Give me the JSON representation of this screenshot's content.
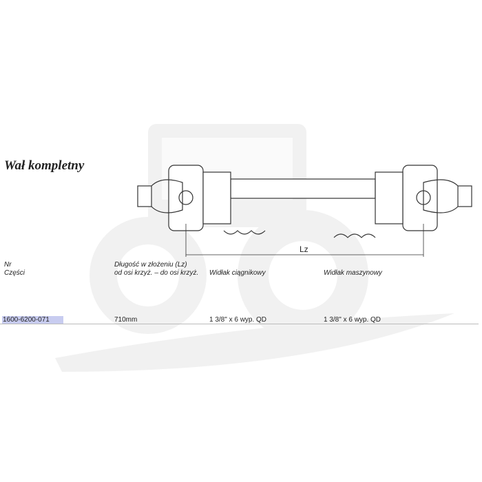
{
  "title": "Wał kompletny",
  "drawing": {
    "dimension_label": "Lz"
  },
  "table": {
    "headers": {
      "nr_line1": "Nr",
      "nr_line2": "Części",
      "length_line1": "Długość w złożeniu (Lz)",
      "length_line2": "od osi krzyż. – do osi krzyż.",
      "tractor_yoke": "Widłak ciągnikowy",
      "machine_yoke": "Widłak maszynowy"
    },
    "rows": [
      {
        "part_no": "1600-6200-071",
        "length": "710mm",
        "tractor_yoke": "1 3/8\" x 6 wyp. QD",
        "machine_yoke": "1 3/8\" x 6 wyp. QD"
      }
    ]
  }
}
